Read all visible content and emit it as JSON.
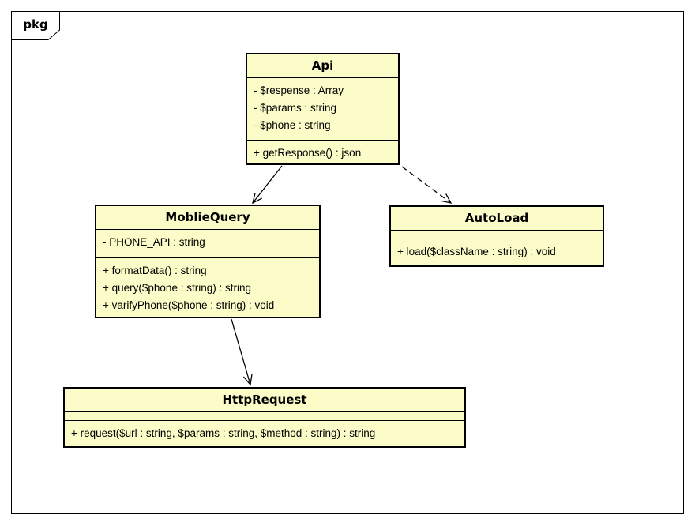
{
  "package": {
    "label": "pkg"
  },
  "classes": {
    "api": {
      "name": "Api",
      "attributes": [
        "- $respense : Array",
        "- $params : string",
        "- $phone : string"
      ],
      "methods": [
        "+ getResponse() : json"
      ]
    },
    "moblieQuery": {
      "name": "MoblieQuery",
      "attributes": [
        "- PHONE_API : string"
      ],
      "methods": [
        "+ formatData() : string",
        "+ query($phone : string) : string",
        "+ varifyPhone($phone : string) : void"
      ]
    },
    "autoLoad": {
      "name": "AutoLoad",
      "attributes": [],
      "methods": [
        "+ load($className : string) : void"
      ]
    },
    "httpRequest": {
      "name": "HttpRequest",
      "attributes": [],
      "methods": [
        "+ request($url : string, $params : string, $method : string) : string"
      ]
    }
  },
  "relations": [
    {
      "from": "Api",
      "to": "MoblieQuery",
      "type": "directed-association",
      "line": "solid",
      "arrowhead": "open"
    },
    {
      "from": "Api",
      "to": "AutoLoad",
      "type": "dependency",
      "line": "dashed",
      "arrowhead": "open"
    },
    {
      "from": "MoblieQuery",
      "to": "HttpRequest",
      "type": "directed-association",
      "line": "solid",
      "arrowhead": "open"
    }
  ],
  "colors": {
    "class_fill": "#FCFCC8",
    "class_border": "#000000",
    "frame_border": "#000000",
    "background": "#FFFFFF",
    "text": "#000000"
  }
}
